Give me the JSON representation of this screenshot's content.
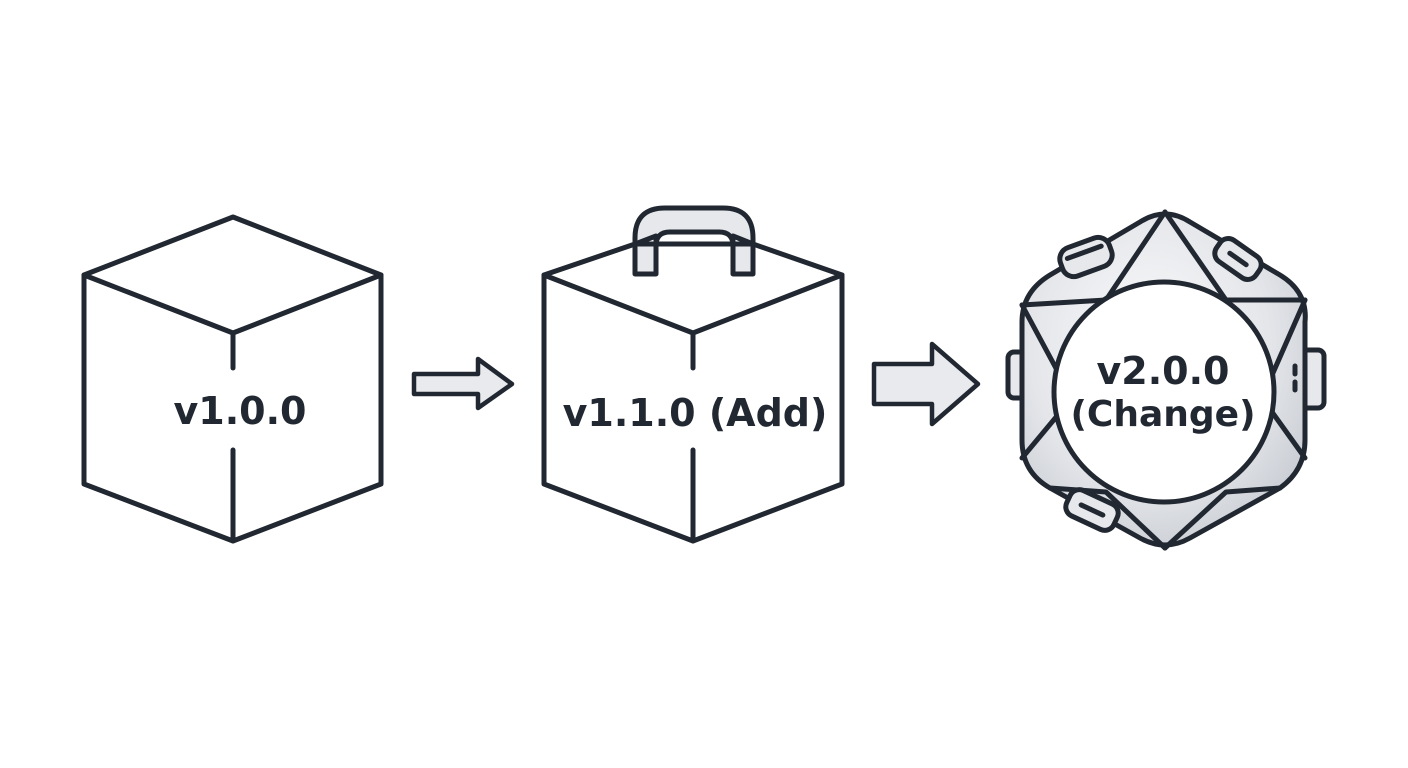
{
  "diagram": {
    "stages": [
      {
        "id": "v1",
        "label": "v1.0.0"
      },
      {
        "id": "v11",
        "label": "v1.1.0 (Add)"
      },
      {
        "id": "v2",
        "label_line1": "v2.0.0",
        "label_line2": "(Change)"
      }
    ],
    "colors": {
      "stroke": "#222831",
      "arrow_fill": "#e8eaee",
      "handle_fill": "#e6e8ec",
      "gem_fill_light": "#f4f5f7",
      "gem_fill_dark": "#c9ccd3",
      "background": "#ffffff"
    }
  }
}
